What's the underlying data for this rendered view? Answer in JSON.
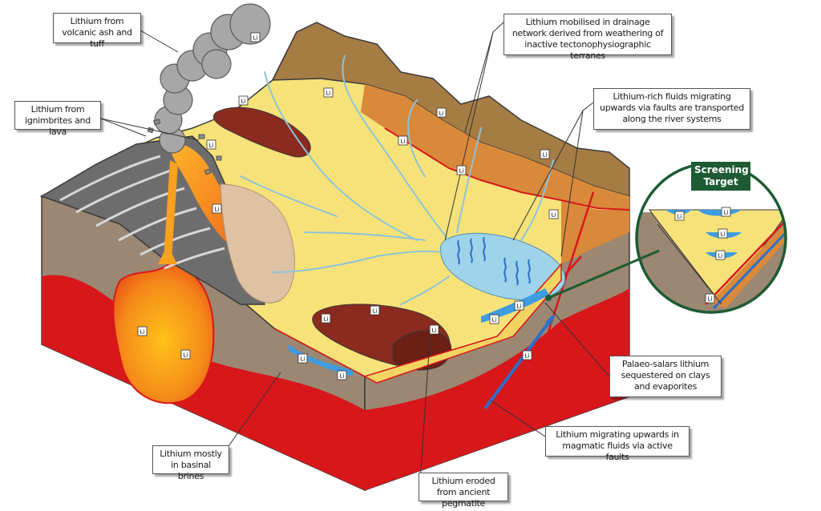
{
  "callouts": {
    "volcanic_ash": "Lithium from volcanic ash and tuff",
    "ignimbrites": "Lithium from ignimbrites and lava",
    "drainage": "Lithium mobilised in drainage network derived from weathering of inactive tectonophysiographic terranes",
    "faults_rivers": "Lithium-rich fluids migrating upwards via faults are transported along the river systems",
    "palaeo_salars": "Palaeo-salars lithium sequestered on clays and evaporites",
    "magmatic_fluids": "Lithium migrating upwards in magmatic fluids via active faults",
    "pegmatite": "Lithium eroded from ancient pegmatite",
    "basinal_brines": "Lithium mostly in basinal brines"
  },
  "screening_target": "Screening Target",
  "li_label": "Li",
  "colors": {
    "plain": "#f7e27a",
    "mountain": "#a67c45",
    "mountain_orange": "#d9893a",
    "crust": "#9b8772",
    "magma": "#d8171b",
    "river": "#8cc4d8",
    "salar": "#9fd3ea",
    "pegmatite": "#8b2a1e",
    "target_green": "#1d5b34"
  }
}
